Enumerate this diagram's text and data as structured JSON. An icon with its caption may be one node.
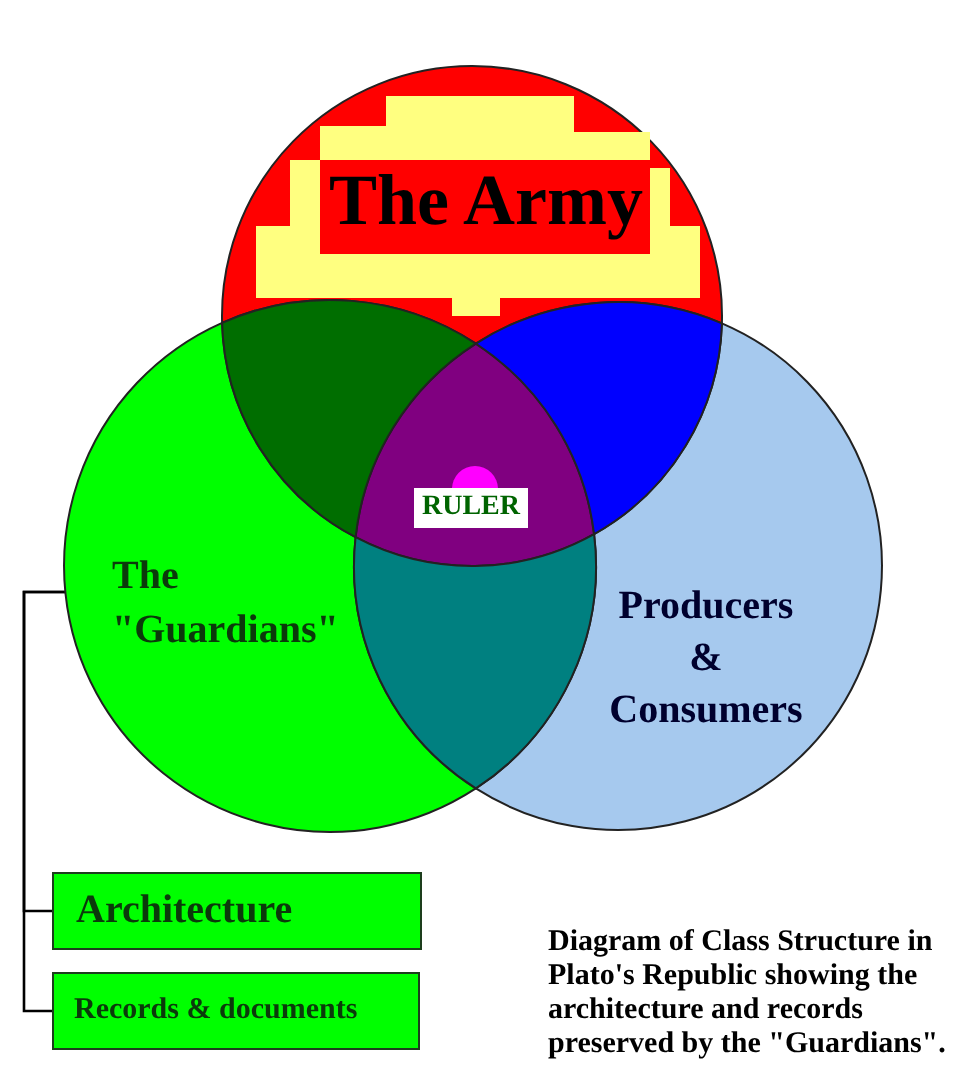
{
  "diagram": {
    "nodes": [
      {
        "text": [
          "The Army"
        ]
      },
      {
        "text": [
          "The \"Guardians\""
        ]
      },
      {
        "text": [
          "Producers & Consumers"
        ]
      },
      {
        "text": [
          "RULER"
        ]
      },
      {
        "text": [
          "Architecture"
        ]
      },
      {
        "text": [
          "Records & documents"
        ]
      },
      {
        "text": [],
        "shape": "lens"
      },
      {
        "text": [],
        "shape": "lens"
      },
      {
        "text": [],
        "shape": "lens"
      }
    ],
    "edges": [
      {
        "from": 1,
        "to": 4,
        "arrow": "none"
      },
      {
        "from": 1,
        "to": 5,
        "arrow": "none"
      }
    ],
    "caption": "Diagram of Class Structure in Plato's Republic showing the architecture and records preserved by the \"Guardians\"."
  }
}
